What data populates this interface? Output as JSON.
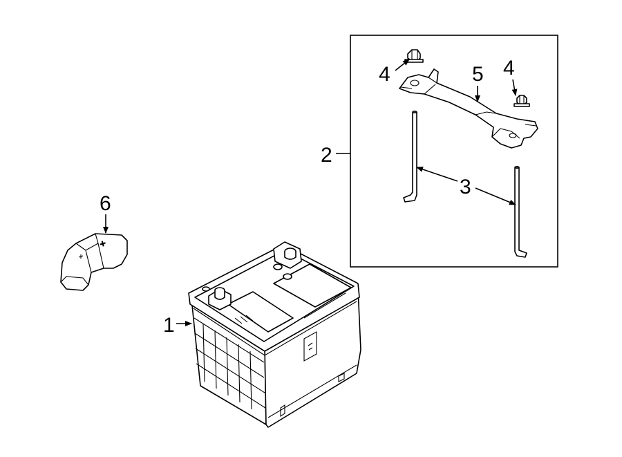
{
  "callouts": {
    "battery": "1",
    "hold_down_kit": "2",
    "hold_down_rod": "3",
    "nut_left": "4",
    "nut_right": "4",
    "hold_down_bracket": "5",
    "terminal_cover": "6"
  },
  "terminal_cover_mark": "+"
}
